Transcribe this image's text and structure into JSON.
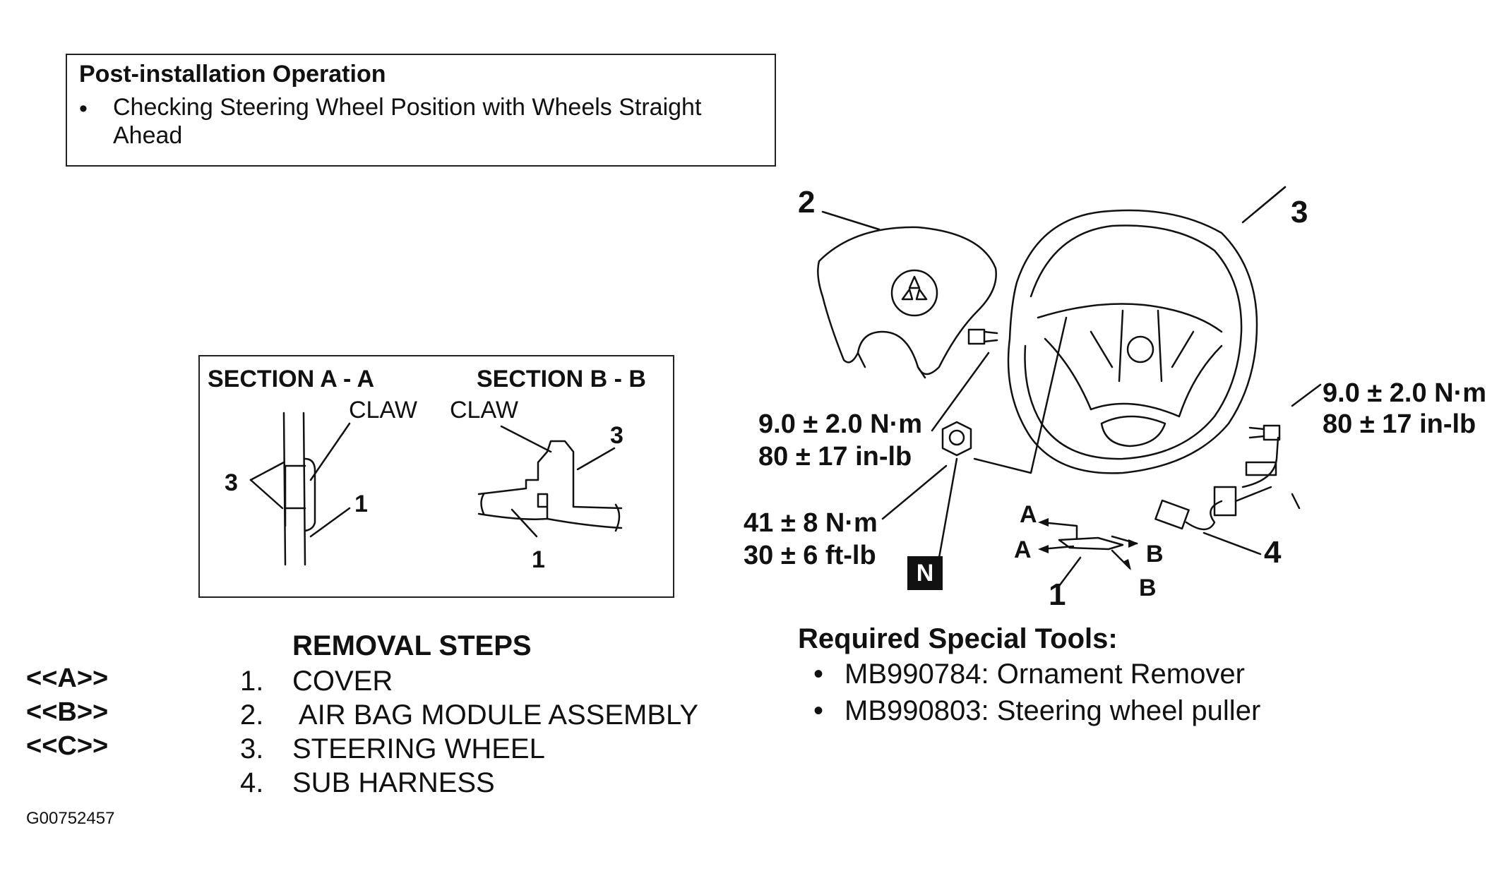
{
  "post_installation": {
    "title": "Post-installation Operation",
    "bullet": "•",
    "line1": "Checking Steering Wheel Position with Wheels Straight",
    "line2": "Ahead"
  },
  "sections": {
    "section_a": "SECTION A - A",
    "section_b": "SECTION B - B",
    "claw_a": "CLAW",
    "claw_b": "CLAW",
    "label_a_3": "3",
    "label_a_1": "1",
    "label_b_3": "3",
    "label_b_1": "1"
  },
  "removal": {
    "title": "REMOVAL STEPS",
    "codes": [
      "<<A>>",
      "<<B>>",
      "<<C>>"
    ],
    "steps": [
      {
        "num": "1.",
        "label": "COVER"
      },
      {
        "num": "2.",
        "label": " AIR BAG MODULE ASSEMBLY"
      },
      {
        "num": "3.",
        "label": "STEERING WHEEL"
      },
      {
        "num": "4.",
        "label": "SUB HARNESS"
      }
    ]
  },
  "figure_id": "G00752457",
  "callouts": {
    "c2": "2",
    "c3": "3",
    "c4": "4",
    "c1": "1",
    "torque_left_nm": "9.0 ± 2.0 N·m",
    "torque_left_inlb": "80 ± 17 in-lb",
    "torque_right_nm": "9.0 ± 2.0 N·m",
    "torque_right_inlb": "80 ± 17 in-lb",
    "torque_nut_nm": "41 ± 8 N·m",
    "torque_nut_ftlb": "30 ± 6 ft-lb",
    "nut_badge": "N",
    "arrow_a1": "A",
    "arrow_a2": "A",
    "arrow_b1": "B",
    "arrow_b2": "B"
  },
  "tools": {
    "title": "Required Special Tools:",
    "items": [
      "MB990784: Ornament Remover",
      "MB990803: Steering wheel puller"
    ]
  }
}
